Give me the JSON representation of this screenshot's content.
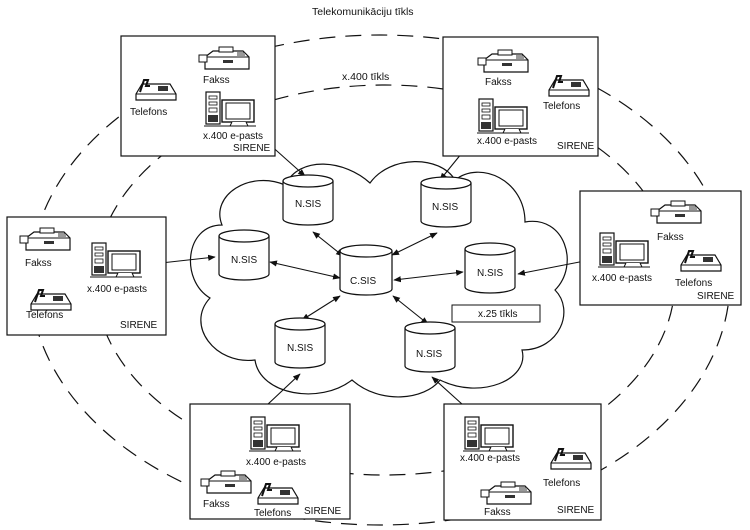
{
  "diagram": {
    "outer_network_label": "Telekomunikāciju tīkls",
    "inner_network_label": "x.400 tīkls",
    "core_network_label": "x.25 tīkls",
    "central_node": {
      "label": "C.SIS"
    },
    "national_nodes": [
      {
        "id": "nsis-top-left",
        "label": "N.SIS"
      },
      {
        "id": "nsis-top-right",
        "label": "N.SIS"
      },
      {
        "id": "nsis-left",
        "label": "N.SIS"
      },
      {
        "id": "nsis-right",
        "label": "N.SIS"
      },
      {
        "id": "nsis-bottom-left",
        "label": "N.SIS"
      },
      {
        "id": "nsis-bottom-right",
        "label": "N.SIS"
      }
    ],
    "sirene_offices": [
      {
        "id": "top-left",
        "fax": "Fakss",
        "phone": "Telefons",
        "email": "x.400 e-pasts",
        "name": "SIRENE"
      },
      {
        "id": "top-right",
        "fax": "Fakss",
        "phone": "Telefons",
        "email": "x.400 e-pasts",
        "name": "SIRENE"
      },
      {
        "id": "left",
        "fax": "Fakss",
        "phone": "Telefons",
        "email": "x.400 e-pasts",
        "name": "SIRENE"
      },
      {
        "id": "right",
        "fax": "Fakss",
        "phone": "Telefons",
        "email": "x.400 e-pasts",
        "name": "SIRENE"
      },
      {
        "id": "bottom-left",
        "fax": "Fakss",
        "phone": "Telefons",
        "email": "x.400 e-pasts",
        "name": "SIRENE"
      },
      {
        "id": "bottom-right",
        "fax": "Fakss",
        "phone": "Telefons",
        "email": "x.400 e-pasts",
        "name": "SIRENE"
      }
    ]
  }
}
